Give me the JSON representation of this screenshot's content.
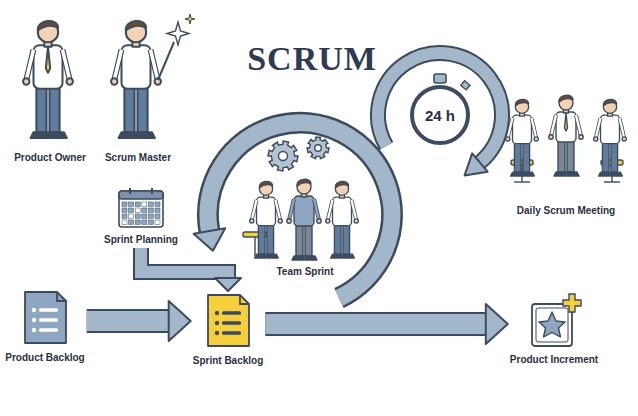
{
  "diagram": {
    "title": "SCRUM",
    "nodes": [
      {
        "text": [
          "Sprint Planning"
        ]
      },
      {
        "text": [
          "Product Backlog"
        ]
      },
      {
        "text": [
          "Sprint Backlog"
        ]
      },
      {
        "text": [
          "Product Increment"
        ]
      },
      {
        "text": [
          "24 h"
        ]
      }
    ],
    "edges": [
      {
        "from": 1,
        "to": 2,
        "arrow": "to"
      },
      {
        "from": 0,
        "to": 2,
        "arrow": "to"
      },
      {
        "from": 2,
        "to": 3,
        "arrow": "to"
      }
    ],
    "labels": [
      "Product Owner",
      "Scrum Master",
      "Team Sprint",
      "Daily Scrum Meeting"
    ]
  }
}
